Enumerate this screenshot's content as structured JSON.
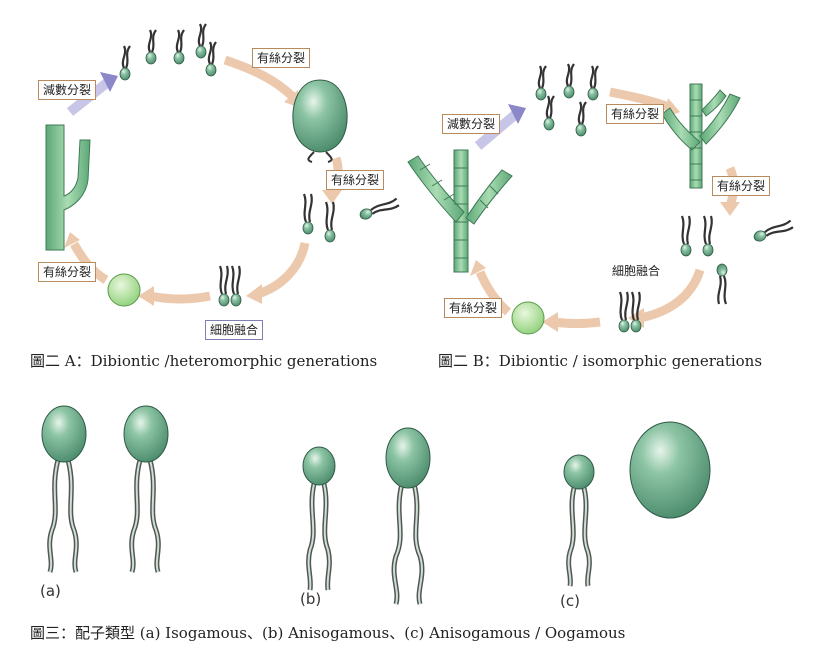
{
  "labels": {
    "a_meiosis": "減數分裂",
    "a_mitosis_top": "有絲分裂",
    "a_mitosis_right": "有絲分裂",
    "a_fusion": "細胞融合",
    "a_mitosis_left": "有絲分裂",
    "b_meiosis": "減數分裂",
    "b_mitosis_top": "有絲分裂",
    "b_mitosis_right": "有絲分裂",
    "b_fusion": "細胞融合",
    "b_mitosis_left": "有絲分裂"
  },
  "captions": {
    "fig2a": "圖二 A：Dibiontic /heteromorphic generations",
    "fig2b": "圖二 B：Dibiontic / isomorphic generations",
    "fig3": "圖三：配子類型  (a) Isogamous、(b) Anisogamous、(c) Anisogamous / Oogamous"
  },
  "letters": {
    "a": "(a)",
    "b": "(b)",
    "c": "(c)"
  },
  "colors": {
    "cell_fill": "#6fb08e",
    "cell_highlight": "#d9efe2",
    "cell_stroke": "#2f5a45",
    "flagella": "#444444",
    "arrow_tan": "#e9c4a6",
    "arrow_purple": "#8b87c9",
    "thallus": "#7dc08f"
  },
  "icons": {
    "zoospore": "zoospore-icon",
    "gamete": "gamete-icon",
    "zygote": "zygote-icon",
    "sporangium": "sporangium-icon",
    "thallus": "thallus-icon"
  }
}
